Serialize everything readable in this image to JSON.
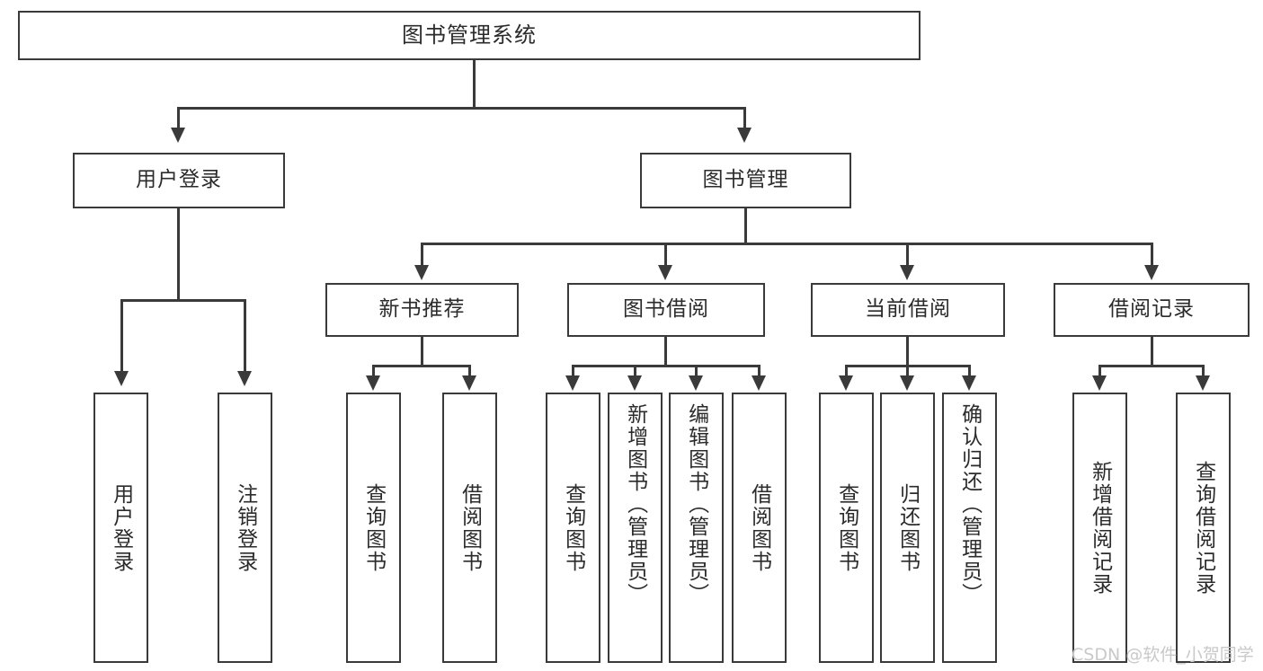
{
  "diagram": {
    "title": "图书管理系统",
    "type": "功能结构图",
    "root": {
      "id": "root",
      "label": "图书管理系统",
      "orientation": "horizontal"
    },
    "level2": [
      {
        "id": "user-login",
        "label": "用户登录",
        "orientation": "horizontal"
      },
      {
        "id": "book-manage",
        "label": "图书管理",
        "orientation": "horizontal"
      }
    ],
    "level3": [
      {
        "id": "new-book-recommend",
        "label": "新书推荐",
        "orientation": "horizontal"
      },
      {
        "id": "book-borrow",
        "label": "图书借阅",
        "orientation": "horizontal"
      },
      {
        "id": "current-borrow",
        "label": "当前借阅",
        "orientation": "horizontal"
      },
      {
        "id": "borrow-record",
        "label": "借阅记录",
        "orientation": "horizontal"
      }
    ],
    "leaves": {
      "user_login": [
        {
          "id": "leaf-user-login",
          "label": "用户登录",
          "orientation": "vertical"
        },
        {
          "id": "leaf-logout",
          "label": "注销登录",
          "orientation": "vertical"
        }
      ],
      "new_book_recommend": [
        {
          "id": "leaf-query-book-1",
          "label": "查询图书",
          "orientation": "vertical"
        },
        {
          "id": "leaf-borrow-book-1",
          "label": "借阅图书",
          "orientation": "vertical"
        }
      ],
      "book_borrow": [
        {
          "id": "leaf-query-book-2",
          "label": "查询图书",
          "orientation": "vertical"
        },
        {
          "id": "leaf-add-book",
          "label": "新增图书（管理员）",
          "orientation": "vertical"
        },
        {
          "id": "leaf-edit-book",
          "label": "编辑图书（管理员）",
          "orientation": "vertical"
        },
        {
          "id": "leaf-borrow-book-2",
          "label": "借阅图书",
          "orientation": "vertical"
        }
      ],
      "current_borrow": [
        {
          "id": "leaf-query-book-3",
          "label": "查询图书",
          "orientation": "vertical"
        },
        {
          "id": "leaf-return-book",
          "label": "归还图书",
          "orientation": "vertical"
        },
        {
          "id": "leaf-confirm-return",
          "label": "确认归还（管理员）",
          "orientation": "vertical"
        }
      ],
      "borrow_record": [
        {
          "id": "leaf-add-record",
          "label": "新增借阅记录",
          "orientation": "vertical"
        },
        {
          "id": "leaf-query-record",
          "label": "查询借阅记录",
          "orientation": "vertical"
        }
      ]
    },
    "colors": {
      "stroke": "#3a3a3a",
      "fill": "#ffffff",
      "text": "#2b2b2b",
      "watermark": "#c9c9c9"
    }
  },
  "watermark": {
    "text": "CSDN @软件_小贺同学"
  }
}
